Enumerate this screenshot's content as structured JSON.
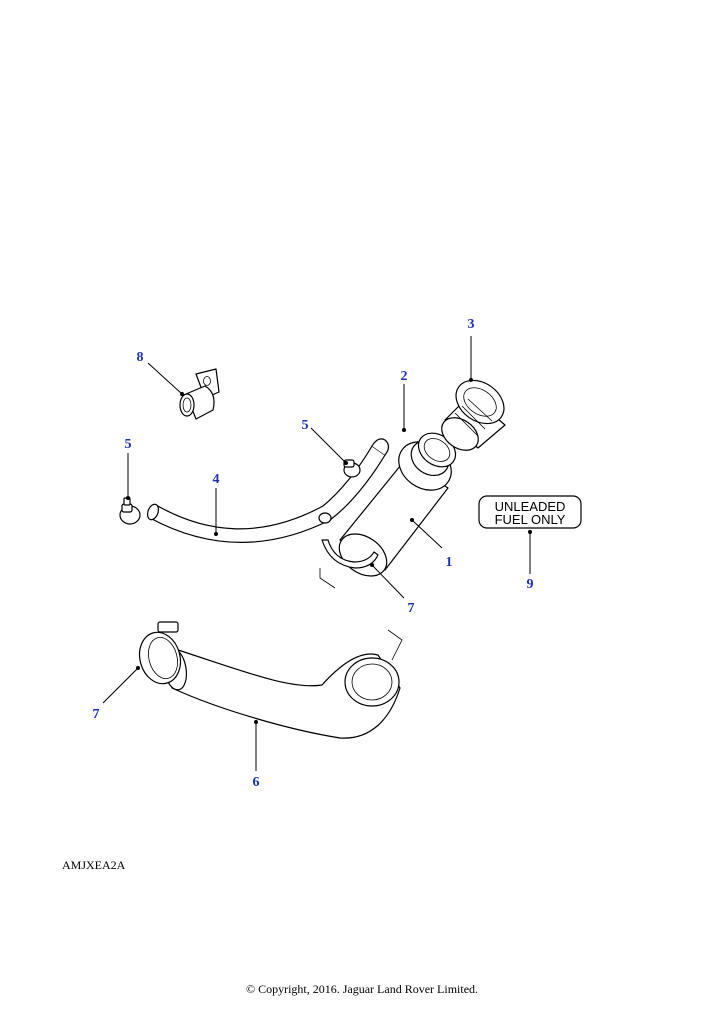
{
  "diagram": {
    "callouts": [
      "1",
      "2",
      "3",
      "4",
      "5",
      "5",
      "6",
      "7",
      "7",
      "8",
      "9"
    ],
    "fuel_label": {
      "line1": "UNLEADED",
      "line2": "FUEL ONLY"
    }
  },
  "footer": {
    "reference_code": "AMJXEA2A",
    "copyright": "© Copyright, 2016. Jaguar Land Rover Limited."
  },
  "colors": {
    "callout": "#1f2fb8",
    "line": "#000000",
    "background": "#ffffff"
  }
}
